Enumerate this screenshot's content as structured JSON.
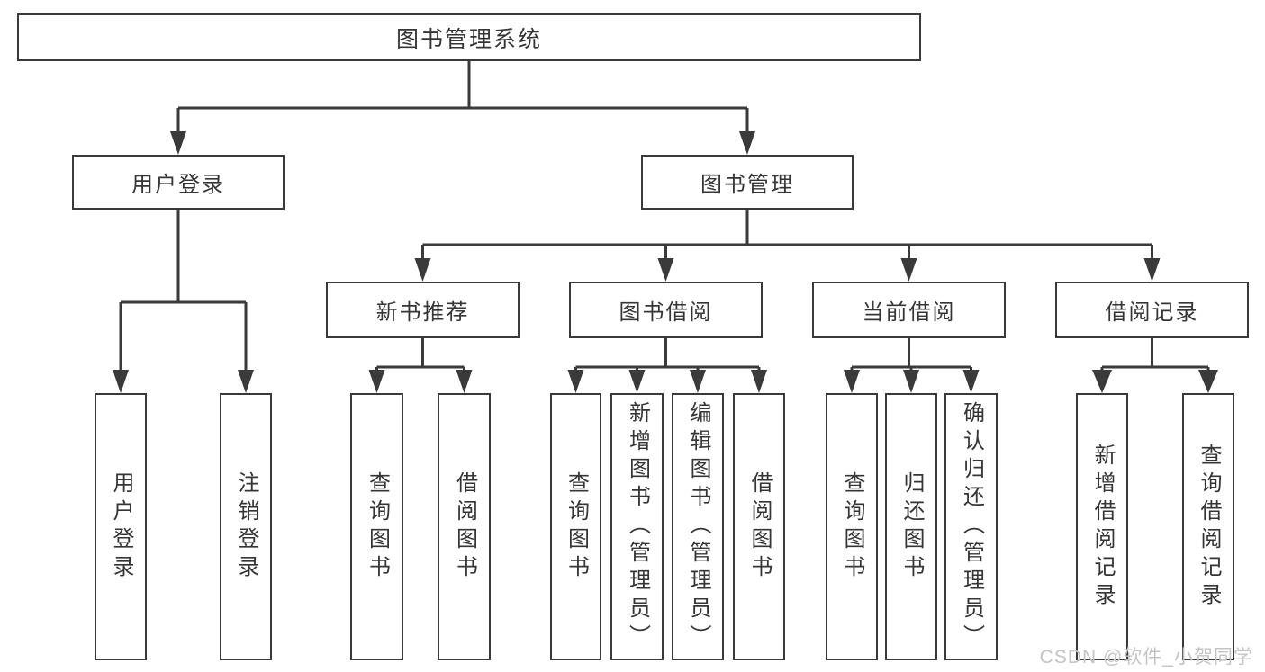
{
  "diagram": {
    "root": {
      "label": "图书管理系统"
    },
    "level1": {
      "user_login": {
        "label": "用户登录"
      },
      "book_management": {
        "label": "图书管理"
      }
    },
    "level2": {
      "new_book_recommend": {
        "label": "新书推荐"
      },
      "book_borrow": {
        "label": "图书借阅"
      },
      "current_borrow": {
        "label": "当前借阅"
      },
      "borrow_records": {
        "label": "借阅记录"
      }
    },
    "leaves": {
      "user_login": {
        "label": "用户登录"
      },
      "logout": {
        "label": "注销登录"
      },
      "recommend_query_book": {
        "label": "查询图书"
      },
      "recommend_borrow_book": {
        "label": "借阅图书"
      },
      "borrow_query_book": {
        "label": "查询图书"
      },
      "borrow_add_book": {
        "label": "新增图书（管理员）"
      },
      "borrow_edit_book": {
        "label": "编辑图书（管理员）"
      },
      "borrow_borrow_book": {
        "label": "借阅图书"
      },
      "current_query_book": {
        "label": "查询图书"
      },
      "current_return_book": {
        "label": "归还图书"
      },
      "current_confirm_return": {
        "label": "确认归还（管理员）"
      },
      "records_add_record": {
        "label": "新增借阅记录"
      },
      "records_query_record": {
        "label": "查询借阅记录"
      }
    },
    "watermark": "CSDN @软件_小贺同学",
    "colors": {
      "line": "#3a3a3a",
      "text": "#353535",
      "watermark": "#c4c4c4",
      "node_background": "#ffffff"
    }
  }
}
